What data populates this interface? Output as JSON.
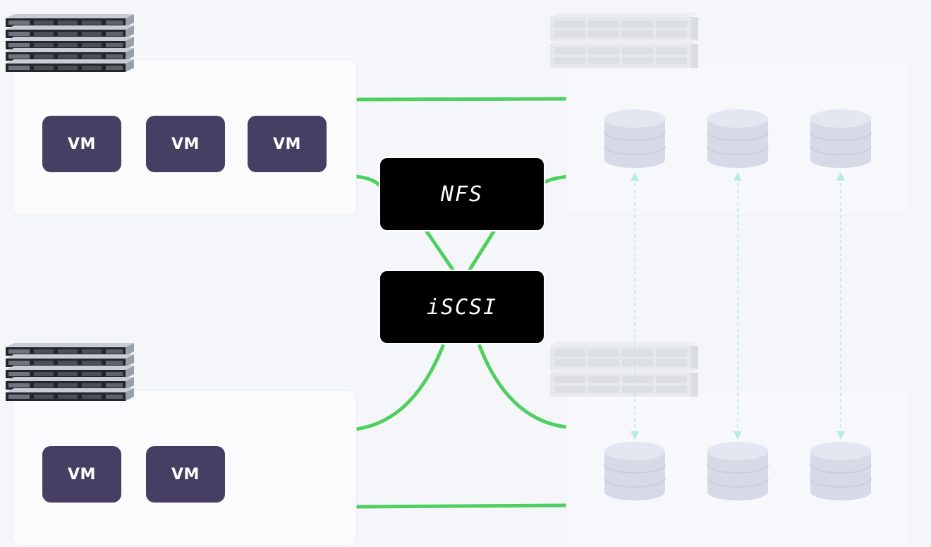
{
  "colors": {
    "background": "#f4f6fa",
    "vm_fill": "#463f63",
    "link_green": "#4fcf5f",
    "protocol_box": "#000000",
    "disk_fill": "#d8dde8",
    "replication_dash": "#b8ece0"
  },
  "hosts": [
    {
      "vms": [
        "VM",
        "VM",
        "VM"
      ]
    },
    {
      "vms": [
        "VM",
        "VM"
      ]
    }
  ],
  "protocols": {
    "nfs": "NFS",
    "iscsi": "iSCSI"
  },
  "storage_nodes": [
    {
      "disks": 3
    },
    {
      "disks": 3
    }
  ],
  "icons": {
    "compute": "server-rack-stack-icon",
    "storage": "storage-server-icon",
    "disk": "database-disk-icon"
  }
}
